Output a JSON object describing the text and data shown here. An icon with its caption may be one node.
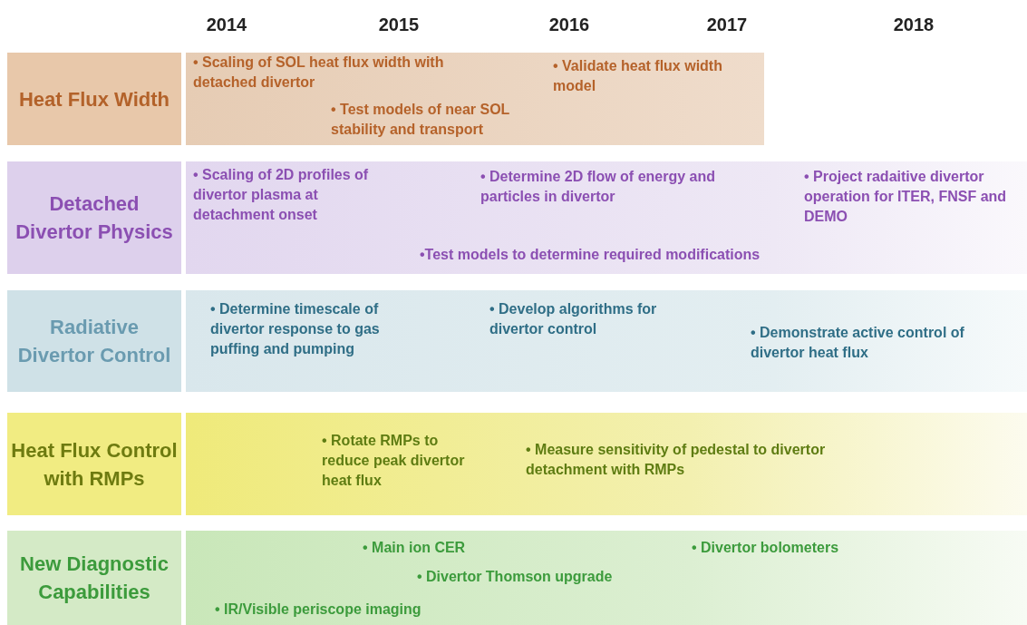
{
  "diagram": {
    "nodes": [
      {
        "text": [
          "Heat Flux Width"
        ]
      },
      {
        "text": [
          "• Scaling of SOL heat flux width with detached divertor",
          "• Validate heat flux width model",
          "• Test models of near SOL stability and transport"
        ]
      },
      {
        "text": [
          "Detached Divertor Physics"
        ]
      },
      {
        "text": [
          "• Scaling of 2D profiles of divertor plasma at detachment onset",
          "• Determine 2D flow of energy and particles in divertor",
          "• Project radaitive divertor operation for ITER, FNSF and DEMO",
          "•Test models to determine required modifications"
        ]
      },
      {
        "text": [
          "Radiative Divertor Control"
        ]
      },
      {
        "text": [
          "• Determine timescale of divertor response to gas puffing and pumping",
          "• Develop algorithms for divertor control",
          "• Demonstrate active control of divertor heat flux"
        ]
      },
      {
        "text": [
          "Heat Flux Control with RMPs"
        ]
      },
      {
        "text": [
          "• Rotate RMPs to reduce peak divertor heat flux",
          "• Measure sensitivity of pedestal to divertor detachment with RMPs"
        ]
      },
      {
        "text": [
          "New Diagnostic Capabilities"
        ]
      },
      {
        "text": [
          "• Main ion CER",
          "• Divertor bolometers",
          "• Divertor Thomson upgrade",
          "• IR/Visible periscope imaging"
        ]
      }
    ],
    "labels": [
      "2014",
      "2015",
      "2016",
      "2017",
      "2018"
    ]
  }
}
